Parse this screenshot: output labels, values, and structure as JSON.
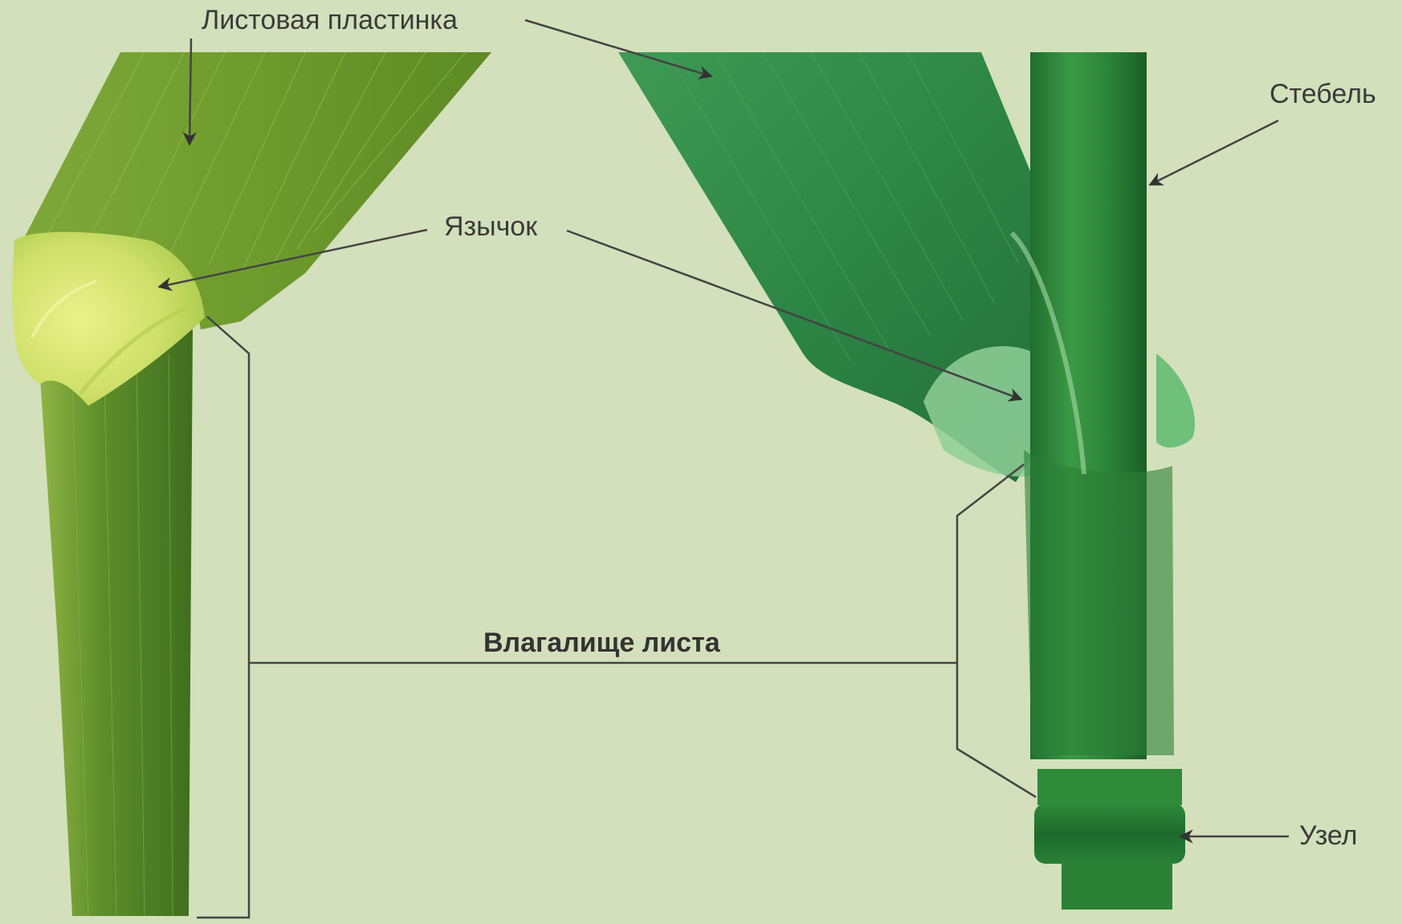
{
  "labels": {
    "blade": "Листовая пластинка",
    "ligule": "Язычок",
    "stem": "Стебель",
    "sheath": "Влагалище листа",
    "node": "Узел"
  },
  "colors": {
    "background": "#d3e0bb",
    "left_leaf": "#6c9a2c",
    "left_ligule": "#d9e86a",
    "right_leaf": "#2f8a42",
    "stem": "#2a7f38",
    "line": "#444444"
  }
}
